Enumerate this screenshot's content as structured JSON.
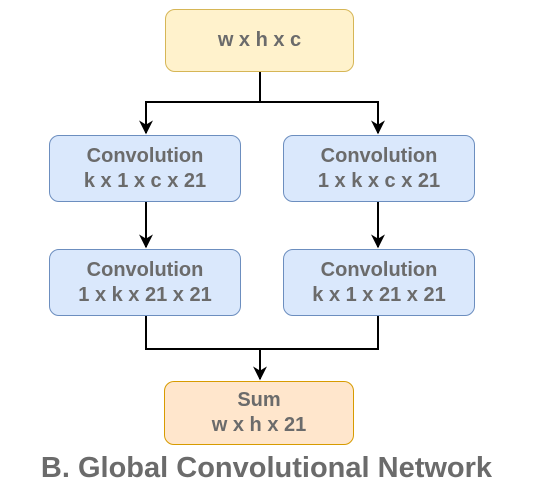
{
  "input_node": {
    "line1": "w x h x c"
  },
  "left_branch": {
    "conv1": {
      "line1": "Convolution",
      "line2": "k x 1 x c x 21"
    },
    "conv2": {
      "line1": "Convolution",
      "line2": "1 x k x 21 x 21"
    }
  },
  "right_branch": {
    "conv1": {
      "line1": "Convolution",
      "line2": "1 x k x c x 21"
    },
    "conv2": {
      "line1": "Convolution",
      "line2": "k x 1 x 21 x 21"
    }
  },
  "sum_node": {
    "line1": "Sum",
    "line2": "w x h x 21"
  },
  "caption": "B. Global Convolutional Network",
  "colors": {
    "input_fill": "#fff2cc",
    "input_border": "#d6b656",
    "conv_fill": "#dae8fc",
    "conv_border": "#6c8ebf",
    "sum_fill": "#ffe6cc",
    "sum_border": "#d79b00",
    "text": "#6b6b6b",
    "edge": "#000000"
  }
}
